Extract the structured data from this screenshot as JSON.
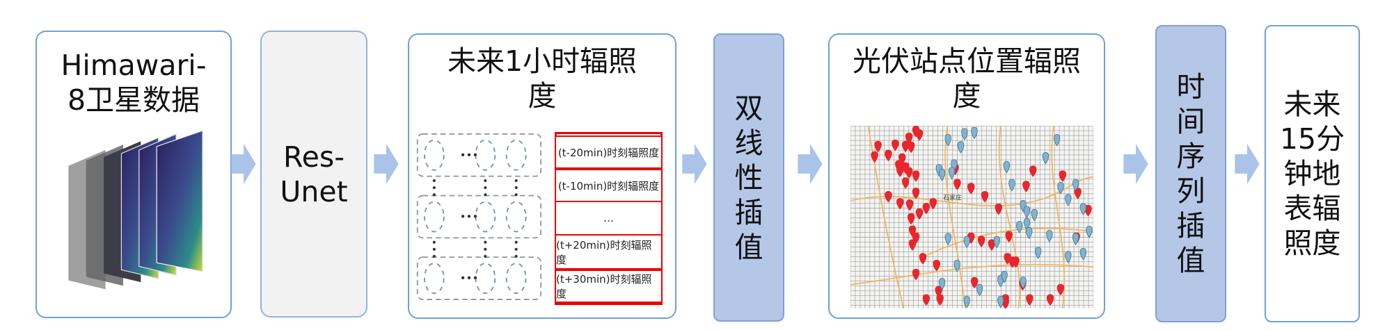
{
  "steps": [
    {
      "id": "satellite",
      "label": "Himawari-8卫星数据"
    },
    {
      "id": "model",
      "label": "Res-Unet"
    },
    {
      "id": "forecast",
      "label": "未来1小时辐照度",
      "table_rows": [
        "(t-20min)时刻辐照度",
        "(t-10min)时刻辐照度",
        "…",
        "(t+20min)时刻辐照度",
        "(t+30min)时刻辐照度"
      ],
      "grid_ellipsis": "•••"
    },
    {
      "id": "bilinear",
      "label": "双线性插值"
    },
    {
      "id": "stations",
      "label": "光伏站点位置辐照度",
      "map_city": "石家庄"
    },
    {
      "id": "timeseries",
      "label": "时间序列插值"
    },
    {
      "id": "output",
      "label": "未来15分钟地表辐照度"
    }
  ],
  "colors": {
    "border": "#6fa0d8",
    "fill": "#b4c7e7",
    "arrow": "#a9c4e8",
    "table": "#e00000",
    "pin_red": "#e8262c",
    "pin_blue": "#7fb3d0",
    "road": "#f2b55a"
  }
}
